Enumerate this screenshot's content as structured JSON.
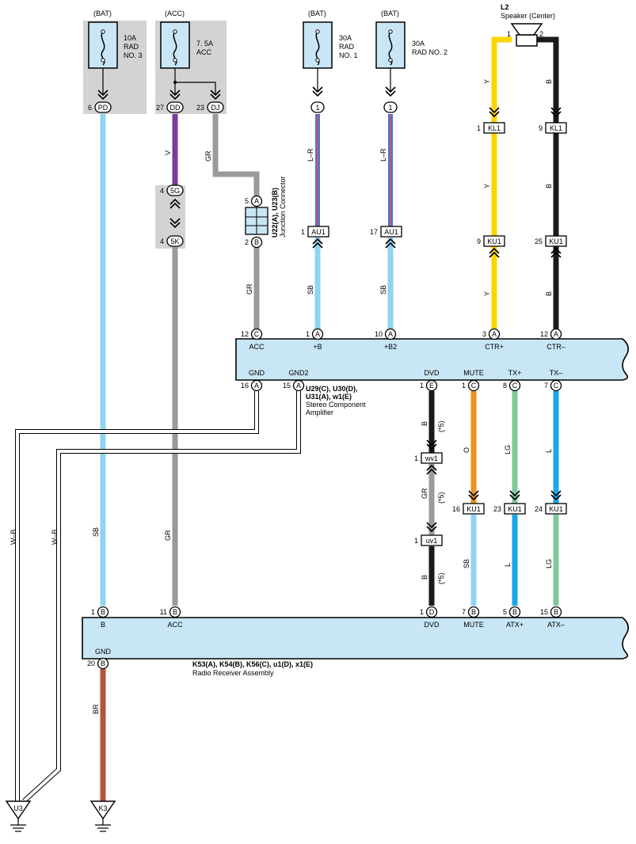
{
  "fuses": {
    "rad3": {
      "supply": "(BAT)",
      "amp": "10A",
      "name1": "RAD",
      "name2": "NO. 3",
      "pin": "6",
      "conn": "PD"
    },
    "acc": {
      "supply": "(ACC)",
      "amp": "7. 5A",
      "name1": "ACC",
      "pin": "27",
      "conn": "DD",
      "pin2": "23",
      "conn2": "DJ"
    },
    "rad1": {
      "supply": "(BAT)",
      "amp": "30A",
      "name1": "RAD",
      "name2": "NO. 1",
      "conn": "1"
    },
    "rad2": {
      "supply": "(BAT)",
      "amp": "30A",
      "name1": "RAD NO. 2",
      "conn": "1"
    }
  },
  "speaker": {
    "ref": "L2",
    "name": "Speaker (Center)",
    "pin1": "1",
    "pin2": "2"
  },
  "wire_colors": {
    "SB": "#8fd4f0",
    "V": "#7a3a9a",
    "GR": "#9a9a9a",
    "L-R": "#3a7bd5",
    "Y": "#ffd400",
    "B": "#1a1a1a",
    "O": "#f0901e",
    "LG": "#7fc99a",
    "L": "#1aa6e8",
    "BR": "#b5533a",
    "W-B": "#ffffff"
  },
  "wire_labels": {
    "sb_left": "SB",
    "w_b_1": "W–B",
    "w_b_2": "W–B",
    "v": "V",
    "gr_top": "GR",
    "gr_mid": "GR",
    "gr_left": "GR",
    "lr1": "L–R",
    "lr2": "L–R",
    "sb1": "SB",
    "sb2": "SB",
    "y1": "Y",
    "y2": "Y",
    "y3": "Y",
    "b1": "B",
    "b2": "B",
    "b3": "B",
    "b_dvd1": "B",
    "gr_dvd": "GR",
    "b_dvd2": "B",
    "star1": "(*5)",
    "star2": "(*5)",
    "star3": "(*5)",
    "o": "O",
    "sb_mute": "SB",
    "lg1": "LG",
    "l1": "L",
    "l2": "L",
    "lg2": "LG",
    "br": "BR"
  },
  "connectors": {
    "g5g": {
      "pin": "4",
      "conn": "5G"
    },
    "g5k": {
      "pin": "4",
      "conn": "5K"
    },
    "jc_a": {
      "pin": "5",
      "conn": "A"
    },
    "jc_b": {
      "pin": "2",
      "conn": "B"
    },
    "jc_label1": "U22(A), U23(B)",
    "jc_label2": "Junction Connector",
    "au1_1": {
      "pin": "1",
      "conn": "AU1"
    },
    "au1_17": {
      "pin": "17",
      "conn": "AU1"
    },
    "kl1_1": {
      "pin": "1",
      "conn": "KL1"
    },
    "kl1_9": {
      "pin": "9",
      "conn": "KL1"
    },
    "ku1_9": {
      "pin": "9",
      "conn": "KU1"
    },
    "ku1_25": {
      "pin": "25",
      "conn": "KU1"
    },
    "wv1": {
      "pin": "1",
      "conn": "wv1"
    },
    "uv1": {
      "pin": "1",
      "conn": "uv1"
    },
    "ku1_16": {
      "pin": "16",
      "conn": "KU1"
    },
    "ku1_23": {
      "pin": "23",
      "conn": "KU1"
    },
    "ku1_24": {
      "pin": "24",
      "conn": "KU1"
    }
  },
  "amplifier": {
    "ref1": "U29(C), U30(D),",
    "ref2": "U31(A), w1(E)",
    "name1": "Stereo Component",
    "name2": "Amplifier",
    "top_pins": [
      {
        "pin": "12",
        "conn": "C",
        "term": "ACC"
      },
      {
        "pin": "1",
        "conn": "A",
        "term": "+B"
      },
      {
        "pin": "10",
        "conn": "A",
        "term": "+B2"
      },
      {
        "pin": "3",
        "conn": "A",
        "term": "CTR+"
      },
      {
        "pin": "12",
        "conn": "A",
        "term": "CTR–"
      }
    ],
    "bottom_pins": [
      {
        "pin": "16",
        "conn": "A",
        "term": "GND"
      },
      {
        "pin": "15",
        "conn": "A",
        "term": "GND2"
      },
      {
        "pin": "1",
        "conn": "E",
        "term": "DVD"
      },
      {
        "pin": "1",
        "conn": "C",
        "term": "MUTE"
      },
      {
        "pin": "8",
        "conn": "C",
        "term": "TX+"
      },
      {
        "pin": "7",
        "conn": "C",
        "term": "TX–"
      }
    ]
  },
  "radio": {
    "ref": "K53(A), K54(B), K56(C), u1(D), x1(E)",
    "name": "Radio Receiver Assembly",
    "top_pins": [
      {
        "pin": "1",
        "conn": "B",
        "term": "B"
      },
      {
        "pin": "11",
        "conn": "B",
        "term": "ACC"
      },
      {
        "pin": "1",
        "conn": "D",
        "term": "DVD"
      },
      {
        "pin": "7",
        "conn": "B",
        "term": "MUTE"
      },
      {
        "pin": "5",
        "conn": "B",
        "term": "ATX+"
      },
      {
        "pin": "15",
        "conn": "B",
        "term": "ATX–"
      }
    ],
    "gnd": {
      "pin": "20",
      "conn": "B",
      "term": "GND"
    }
  },
  "grounds": {
    "u3": "U3",
    "k3": "K3"
  }
}
